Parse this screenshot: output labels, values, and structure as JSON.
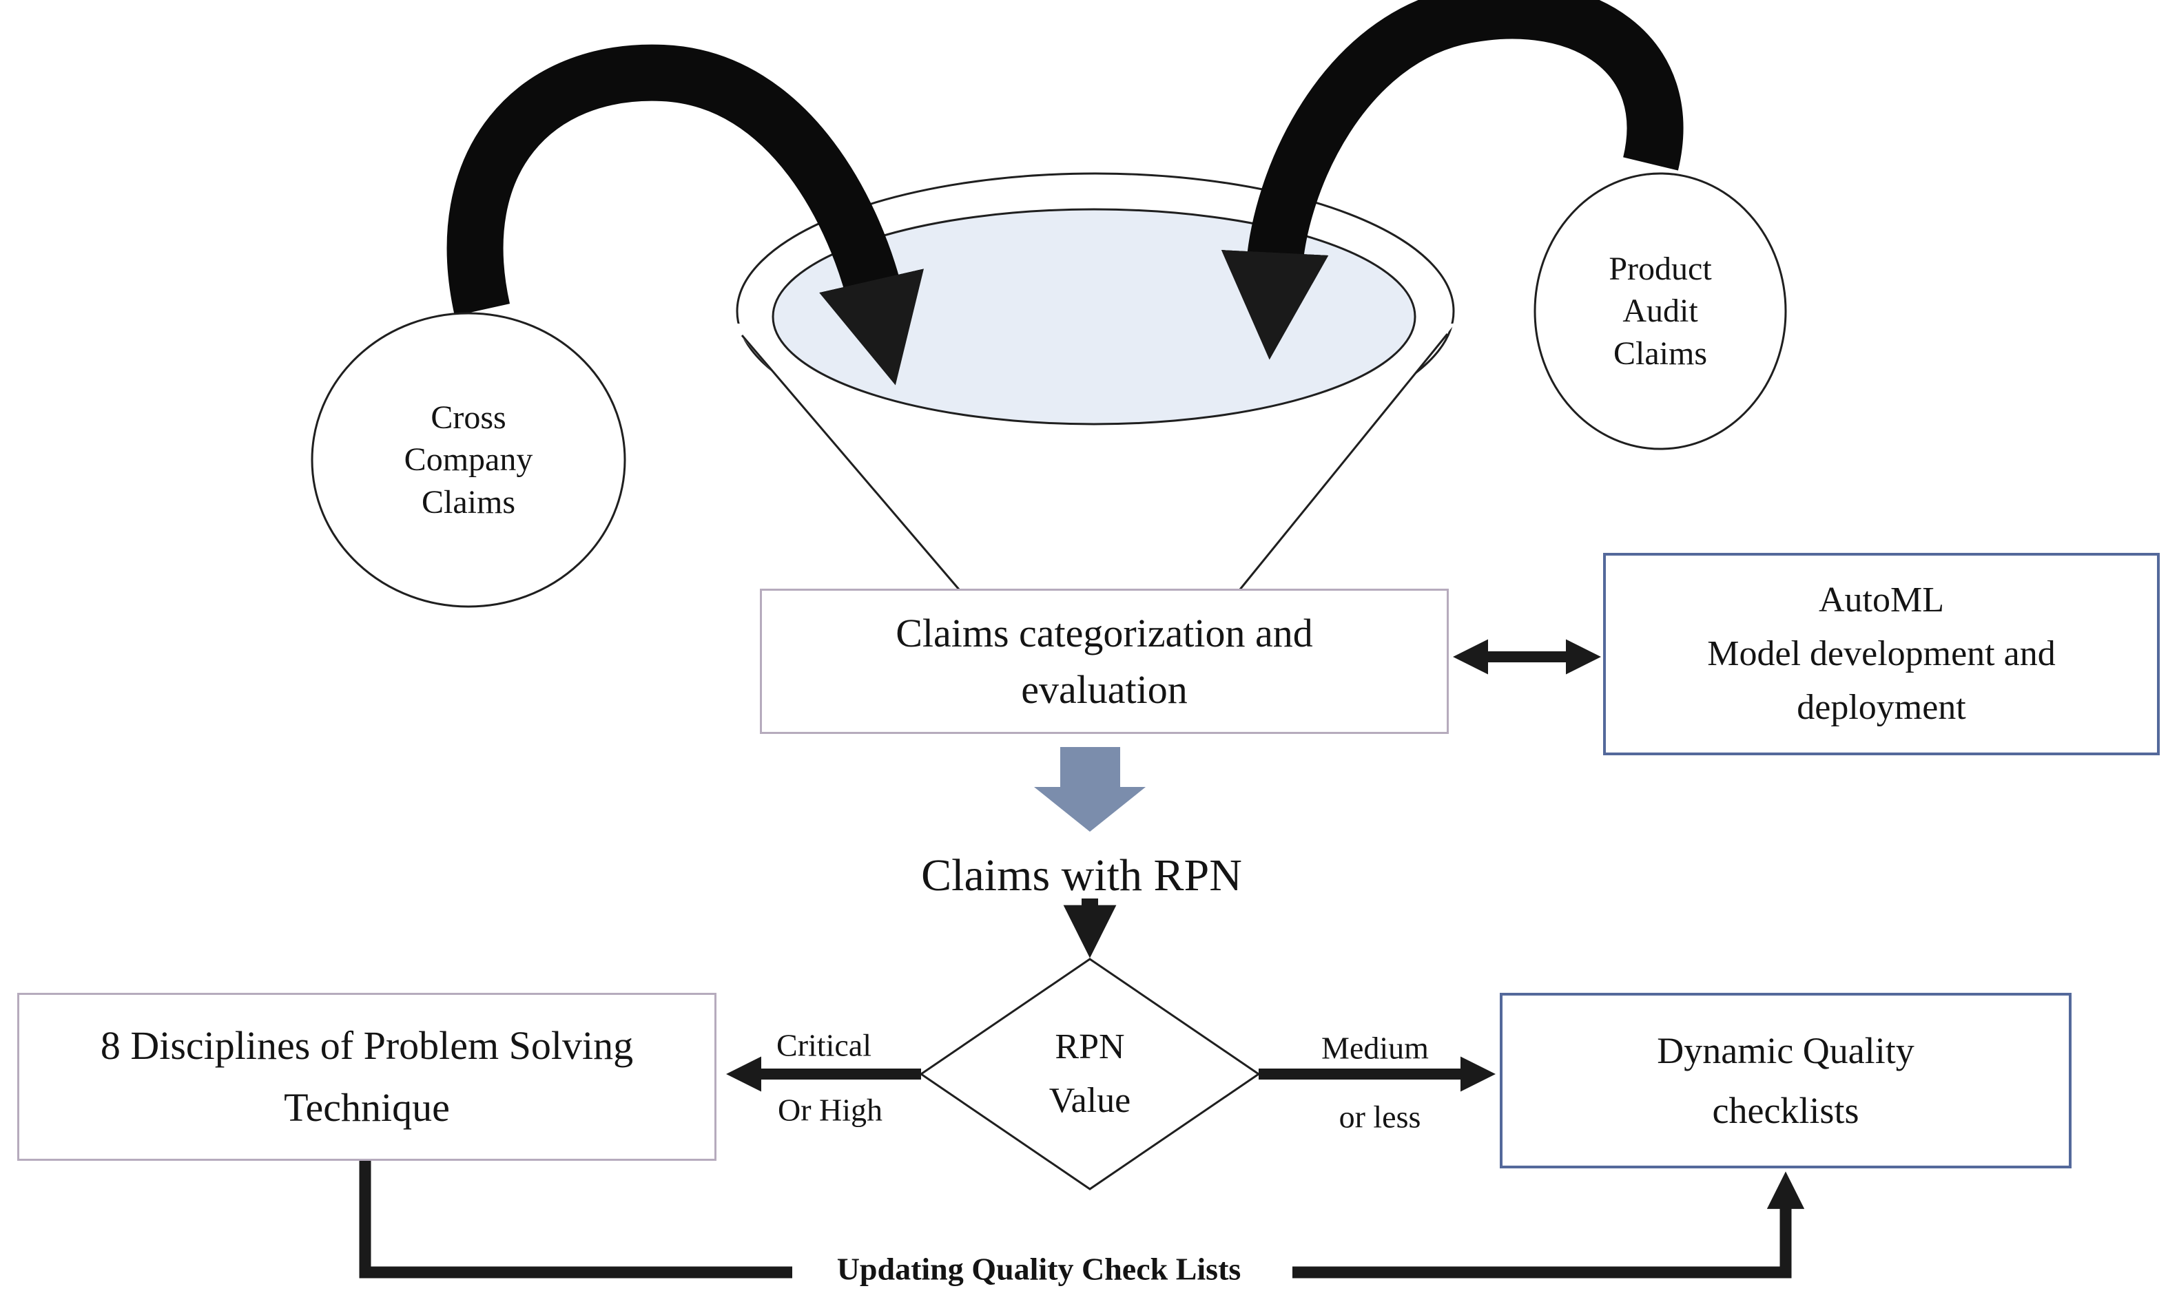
{
  "figure": {
    "type": "flow-diagram",
    "background": "#ffffff",
    "palette": {
      "line_black": "#1a1a1a",
      "funnel_fill": "#e7edf6",
      "block_arrow_fill": "#7b8dac",
      "box_border_gray": "#b6abbd",
      "box_border_blue": "#54699b",
      "text_color": "#141414"
    },
    "nodes": {
      "cross_company_claims": {
        "shape": "circle",
        "line1": "Cross",
        "line2": "Company",
        "line3": "Claims"
      },
      "product_audit_claims": {
        "shape": "circle",
        "line1": "Product",
        "line2": "Audit",
        "line3": "Claims"
      },
      "claims_categorization": {
        "shape": "rectangle",
        "line1": "Claims categorization and",
        "line2": "evaluation"
      },
      "automl": {
        "shape": "rectangle",
        "line1": "AutoML",
        "line2": "Model development and",
        "line3": "deployment"
      },
      "claims_with_rpn": {
        "shape": "text",
        "label": "Claims with RPN"
      },
      "rpn_value": {
        "shape": "diamond",
        "line1": "RPN",
        "line2": "Value"
      },
      "eight_disciplines": {
        "shape": "rectangle",
        "line1": "8 Disciplines of Problem Solving",
        "line2": "Technique"
      },
      "dynamic_quality_checklists": {
        "shape": "rectangle",
        "line1": "Dynamic Quality",
        "line2": "checklists"
      }
    },
    "edge_labels": {
      "critical_or_high": {
        "line1": "Critical",
        "line2": "Or High"
      },
      "medium_or_less": {
        "line1": "Medium",
        "line2": "or less"
      },
      "updating_quality_check_lists": {
        "label": "Updating Quality Check Lists"
      }
    }
  }
}
